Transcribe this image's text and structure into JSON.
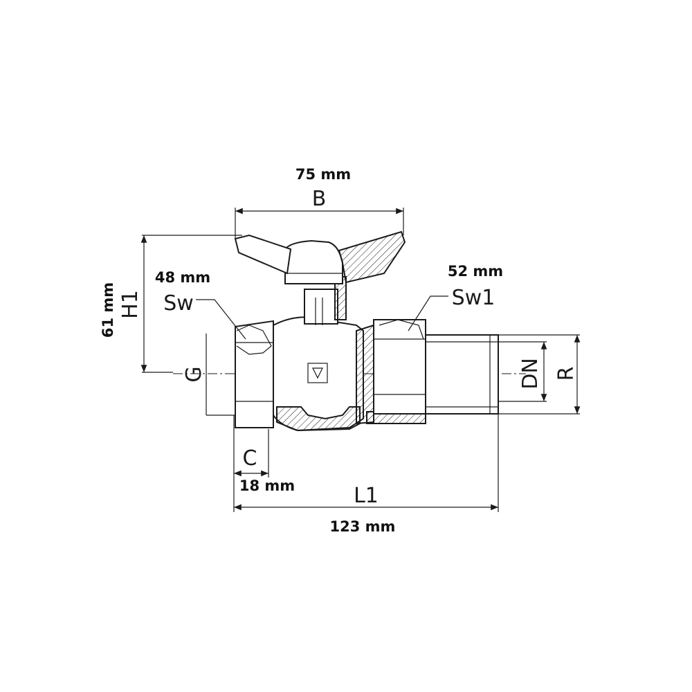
{
  "dimensions": {
    "B": {
      "label": "B",
      "value": "75 mm"
    },
    "H1": {
      "label": "H1",
      "value": "61 mm"
    },
    "Sw": {
      "label": "Sw",
      "value": "48 mm"
    },
    "Sw1": {
      "label": "Sw1",
      "value": "52 mm"
    },
    "G": {
      "label": "G"
    },
    "DN": {
      "label": "DN"
    },
    "R": {
      "label": "R"
    },
    "C": {
      "label": "C",
      "value": "18 mm"
    },
    "L1": {
      "label": "L1",
      "value": "123 mm"
    }
  },
  "colors": {
    "line": "#1a1a1a",
    "background": "#ffffff"
  }
}
